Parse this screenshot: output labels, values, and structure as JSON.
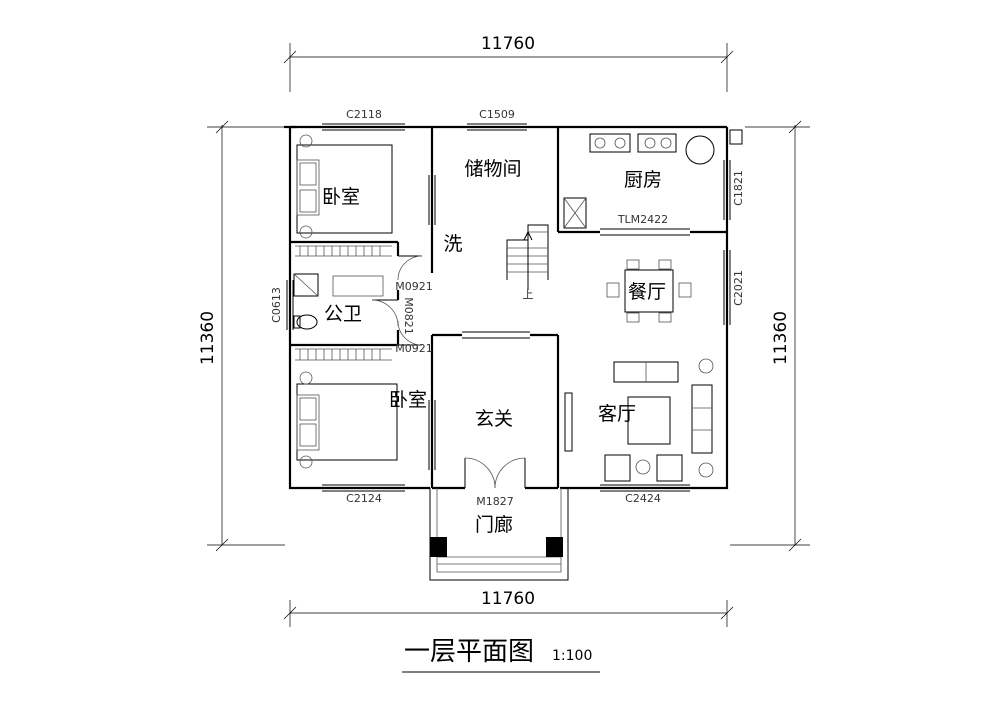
{
  "dimensions": {
    "top": "11760",
    "bottom": "11760",
    "left": "11360",
    "right": "11360"
  },
  "rooms": {
    "bedroom_top": "卧室",
    "storage": "储物间",
    "kitchen": "厨房",
    "wash": "洗",
    "dining": "餐厅",
    "bathroom": "公卫",
    "bedroom_bottom": "卧室",
    "foyer": "玄关",
    "living": "客厅",
    "porch": "门廊"
  },
  "codes": {
    "window_c2118": "C2118",
    "window_c1509": "C1509",
    "window_c1821": "C1821",
    "window_c2021": "C2021",
    "window_c0613": "C0613",
    "window_c2124": "C2124",
    "window_c2424": "C2424",
    "door_tlm2422": "TLM2422",
    "door_m0921_top": "M0921",
    "door_m0821": "M0821",
    "door_m0921_bottom": "M0921",
    "door_m1827": "M1827",
    "stair_up": "上"
  },
  "title": {
    "text": "一层平面图",
    "scale": "1:100"
  }
}
